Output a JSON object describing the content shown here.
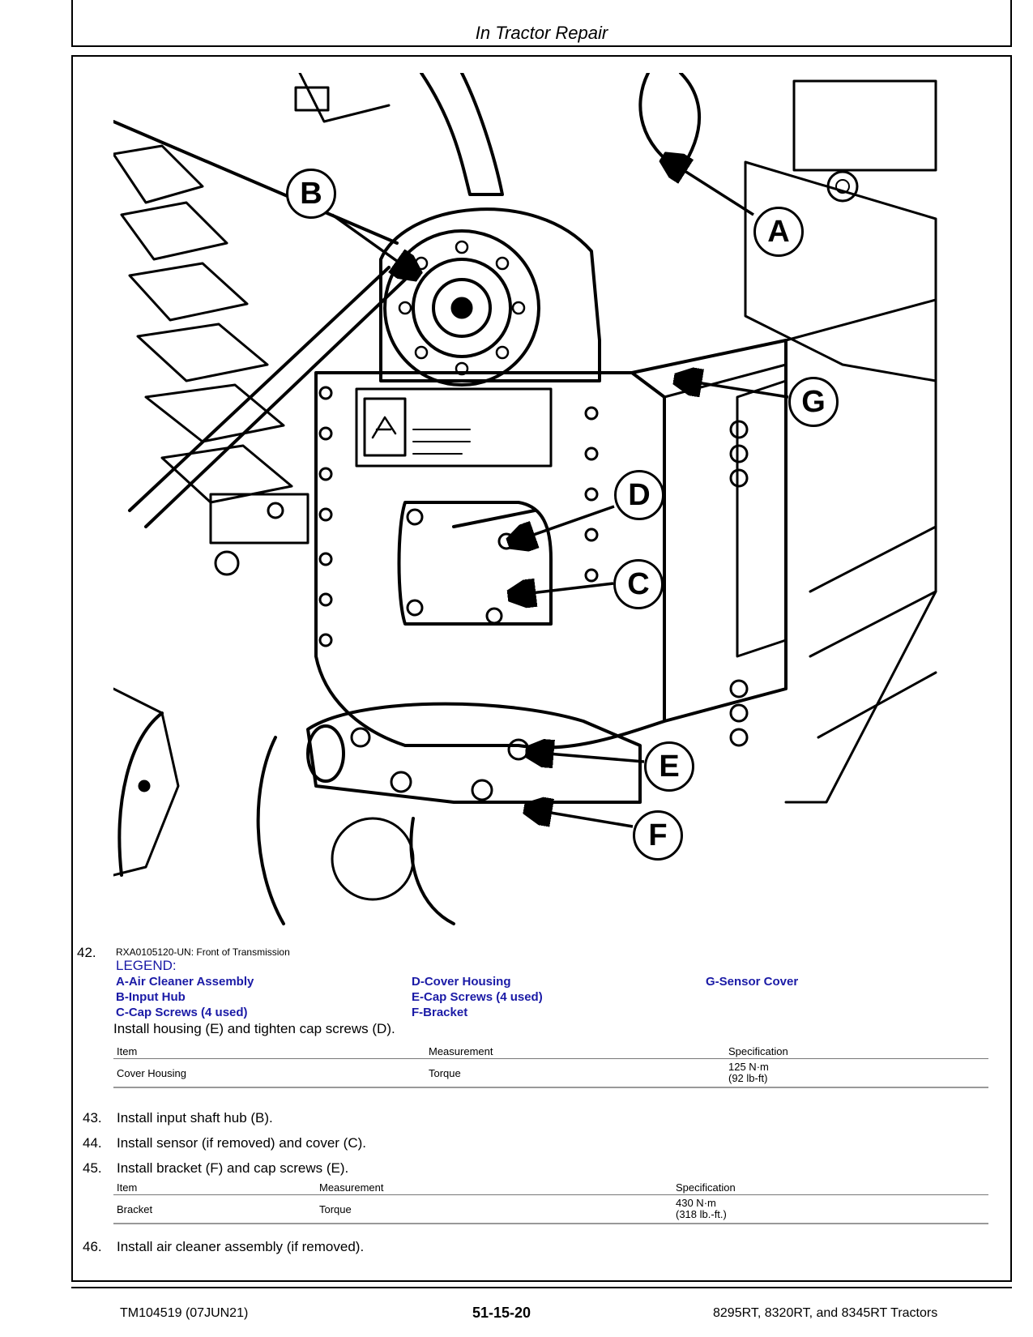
{
  "header": {
    "section_title": "In Tractor Repair"
  },
  "figure": {
    "step_number": "42.",
    "caption": "RXA0105120-UN: Front of Transmission",
    "callouts": [
      "A",
      "B",
      "C",
      "D",
      "E",
      "F",
      "G"
    ],
    "logo_icon": "deer-logo-icon"
  },
  "legend": {
    "heading": "LEGEND:",
    "items": [
      "A-Air Cleaner Assembly",
      "B-Input Hub",
      "C-Cap Screws (4 used)",
      "D-Cover Housing",
      "E-Cap Screws (4 used)",
      "F-Bracket",
      "G-Sensor Cover"
    ]
  },
  "step42": {
    "text": "Install housing (E) and tighten cap screws (D).",
    "table": {
      "headers": [
        "Item",
        "Measurement",
        "Specification"
      ],
      "row": [
        "Cover Housing",
        "Torque",
        "125 N·m",
        "(92 lb-ft)"
      ]
    }
  },
  "steps": [
    {
      "num": "43.",
      "text": "Install input shaft hub (B)."
    },
    {
      "num": "44.",
      "text": "Install sensor (if removed) and cover (C)."
    },
    {
      "num": "45.",
      "text": "Install bracket (F) and cap screws (E)."
    }
  ],
  "step45_table": {
    "headers": [
      "Item",
      "Measurement",
      "Specification"
    ],
    "row": [
      "Bracket",
      "Torque",
      "430 N·m",
      "(318 lb.-ft.)"
    ]
  },
  "step46": {
    "num": "46.",
    "text": "Install air cleaner assembly (if removed)."
  },
  "footer": {
    "doc_id": "TM104519 (07JUN21)",
    "page": "51-15-20",
    "models": "8295RT, 8320RT, and 8345RT Tractors"
  }
}
